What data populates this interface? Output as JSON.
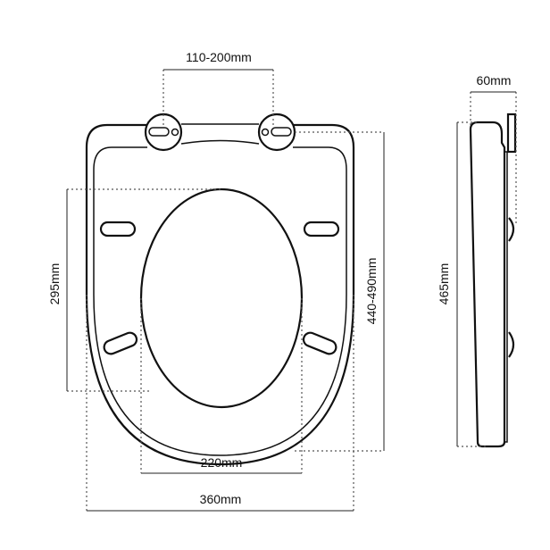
{
  "dimensions": {
    "hinge_spacing": "110-200mm",
    "depth": "60mm",
    "side_length": "465mm",
    "seat_length": "440-490mm",
    "hole_length": "295mm",
    "hole_width": "220mm",
    "seat_width": "360mm"
  }
}
